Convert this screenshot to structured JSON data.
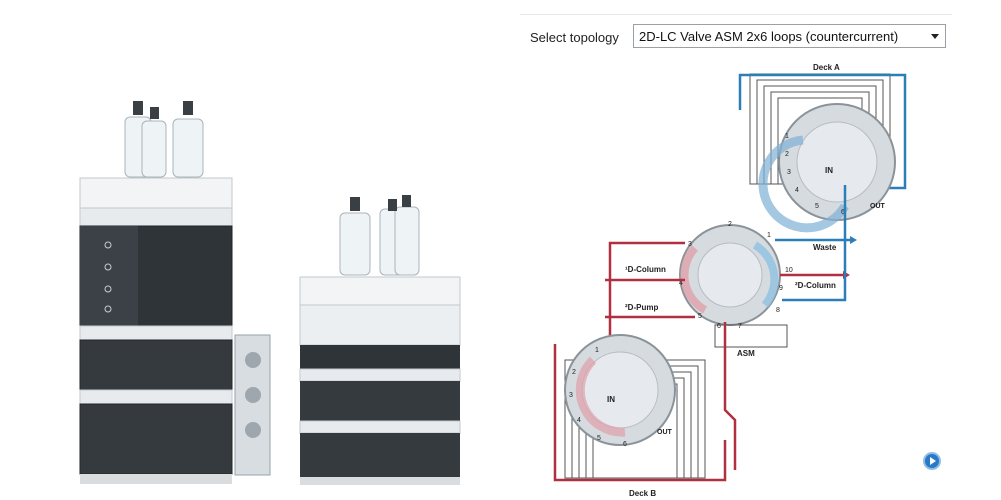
{
  "topology": {
    "label": "Select topology",
    "selected": "2D-LC Valve ASM 2x6 loops (countercurrent)"
  },
  "diagram": {
    "deck_a": "Deck A",
    "deck_b": "Deck B",
    "asm": "ASM",
    "waste": "Waste",
    "col1": "¹D-Column",
    "col2": "²D-Column",
    "pump2": "²D-Pump",
    "in_label": "IN",
    "out_label": "OUT",
    "asm_ports": [
      "1",
      "2",
      "3",
      "4",
      "5",
      "6",
      "7",
      "8",
      "9",
      "10"
    ],
    "deck_ports": [
      "1",
      "2",
      "3",
      "4",
      "5",
      "6"
    ]
  },
  "colors": {
    "blue": "#2a7fb8",
    "red": "#b03040",
    "accent": "#2a78c6"
  }
}
